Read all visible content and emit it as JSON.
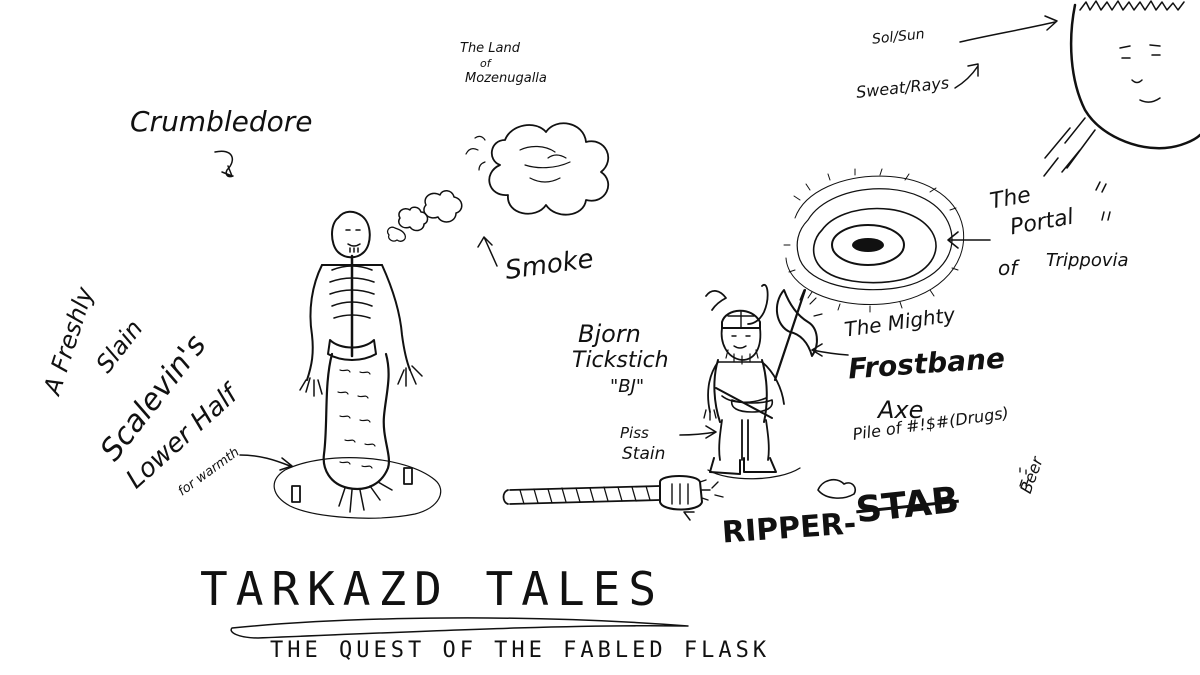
{
  "labels": {
    "crumbledore": "Crumbledore",
    "land_line1": "The Land",
    "land_line2": "of",
    "land_line3": "Mozenugalla",
    "smoke": "Smoke",
    "sun": "Sol/Sun",
    "sweat": "Sweat/Rays",
    "portal_line1": "The",
    "portal_line2": "Portal",
    "portal_line3": "of",
    "portal_line4": "Trippovia",
    "bjorn_line1": "Bjorn",
    "bjorn_line2": "Tickstich",
    "bjorn_line3": "\"BJ\"",
    "axe_line1": "The Mighty",
    "axe_line2": "Frostbane",
    "axe_line3": "Axe",
    "pile": "Pile of #!$#(Drugs)",
    "beer": "Beer",
    "piss_line1": "Piss",
    "piss_line2": "Stain",
    "ripper": "RIPPER-",
    "stab": "STAB",
    "scale_line1": "A Freshly",
    "scale_line2": "Slain",
    "scale_line3": "Scalevin's",
    "scale_line4": "Lower Half",
    "scale_line5": "for warmth"
  },
  "title": {
    "main": "TARKAZD TALES",
    "sub": "THE QUEST OF THE FABLED FLASK"
  },
  "icons": {
    "skeleton": "skeleton-figure",
    "viking": "viking-warrior-figure",
    "portal": "swirling-portal",
    "sun": "sun-face",
    "smoke": "smoke-cloud",
    "staff": "ripper-staff"
  },
  "colors": {
    "ink": "#111111",
    "paper": "#ffffff"
  }
}
